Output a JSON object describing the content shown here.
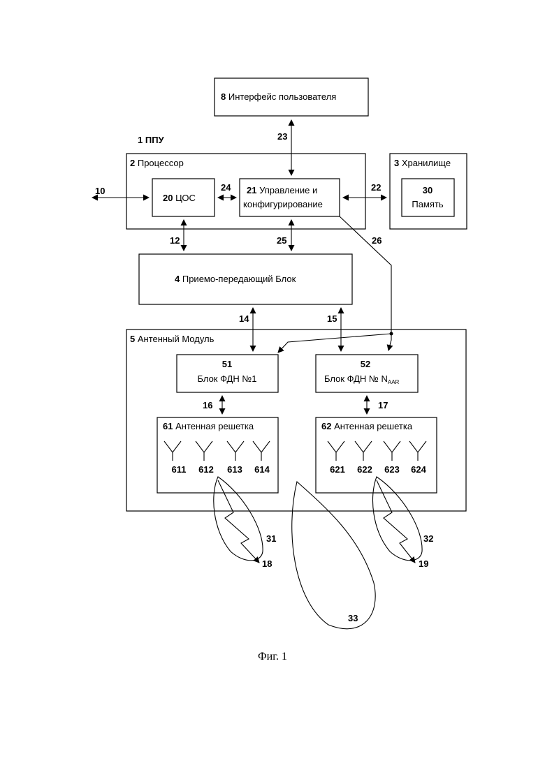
{
  "blocks": {
    "ui": {
      "num": "8",
      "label": "Интерфейс пользователя"
    },
    "ppu": {
      "num": "1",
      "label": "ППУ"
    },
    "proc": {
      "num": "2",
      "label": "Процессор"
    },
    "storage": {
      "num": "3",
      "label": "Хранилище"
    },
    "dsp": {
      "num": "20",
      "label": "ЦОС"
    },
    "ctrl": {
      "num": "21",
      "line1": "Управление и",
      "line2": "конфигурирование"
    },
    "mem": {
      "num": "30",
      "label": "Память"
    },
    "trx": {
      "num": "4",
      "label": "Приемо-передающий Блок"
    },
    "ant_mod": {
      "num": "5",
      "label": "Антенный Модуль"
    },
    "bfn1": {
      "num": "51",
      "label": "Блок ФДН №1"
    },
    "bfn2": {
      "num": "52",
      "label": "Блок ФДН №",
      "sym": "N",
      "sub": "AAR"
    },
    "arr1": {
      "num": "61",
      "label": "Антенная решетка"
    },
    "arr2": {
      "num": "62",
      "label": "Антенная решетка"
    }
  },
  "elements": [
    "611",
    "612",
    "613",
    "614",
    "621",
    "622",
    "623",
    "624"
  ],
  "links": {
    "l10": "10",
    "l12": "12",
    "l14": "14",
    "l15": "15",
    "l16": "16",
    "l17": "17",
    "l22": "22",
    "l23": "23",
    "l24": "24",
    "l25": "25",
    "l26": "26"
  },
  "beams": {
    "b31": "31",
    "b32": "32",
    "b33": "33",
    "t18": "18",
    "t19": "19"
  },
  "caption": "Фиг. 1"
}
